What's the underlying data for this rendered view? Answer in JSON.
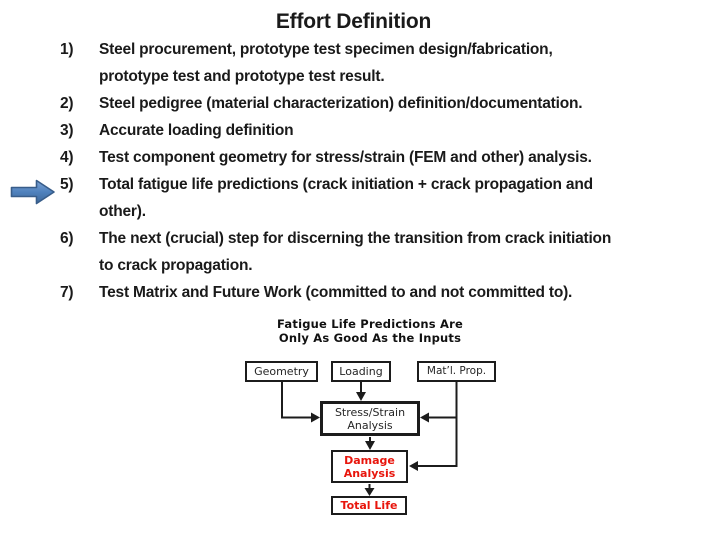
{
  "slide": {
    "title": "Effort Definition"
  },
  "list": {
    "items": [
      {
        "num": "1)",
        "text": "Steel procurement, prototype test specimen design/fabrication,\nprototype test and prototype test result."
      },
      {
        "num": "2)",
        "text": "Steel pedigree (material characterization) definition/documentation."
      },
      {
        "num": "3)",
        "text": "Accurate loading definition"
      },
      {
        "num": "4)",
        "text": "Test component geometry for stress/strain (FEM and other) analysis."
      },
      {
        "num": "5)",
        "text": "Total fatigue life predictions (crack initiation + crack propagation and\nother).",
        "highlighted": true
      },
      {
        "num": "6)",
        "text": "The next (crucial) step for discerning the transition from crack initiation\nto crack propagation."
      },
      {
        "num": "7)",
        "text": "Test Matrix and Future Work (committed to and not committed to)."
      }
    ]
  },
  "pointer": {
    "icon": "right-block-arrow",
    "points_to_item": "5)",
    "fill_color": "#4f81bd",
    "border_color": "#385d8a"
  },
  "diagram": {
    "caption": "Fatigue Life Predictions Are\nOnly As Good As the Inputs",
    "accent_red": "#e8150c",
    "line_color": "#1c1c1c",
    "nodes": {
      "geometry": {
        "label": "Geometry"
      },
      "loading": {
        "label": "Loading"
      },
      "matl_prop": {
        "label": "Mat’l. Prop."
      },
      "stress_strain": {
        "label": "Stress/Strain\nAnalysis"
      },
      "damage": {
        "label": "Damage\nAnalysis"
      },
      "total_life": {
        "label": "Total Life"
      }
    },
    "edges": [
      "Geometry -> Stress/Strain Analysis",
      "Loading -> Stress/Strain Analysis",
      "Mat'l. Prop. -> Stress/Strain Analysis",
      "Mat'l. Prop. -> Damage Analysis",
      "Stress/Strain Analysis -> Damage Analysis",
      "Damage Analysis -> Total Life"
    ]
  }
}
